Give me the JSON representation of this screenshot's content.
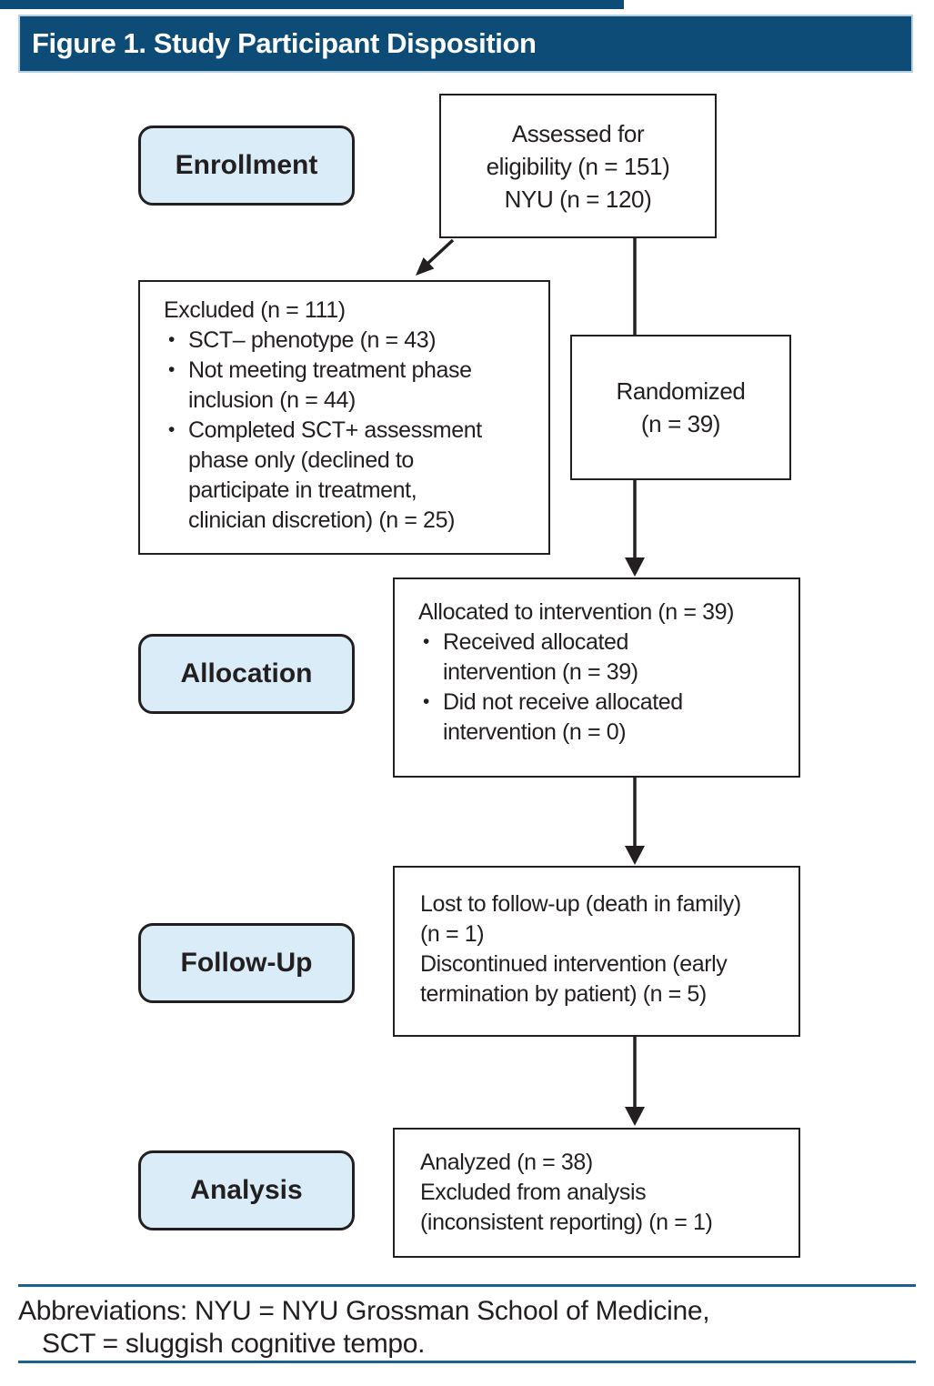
{
  "figure": {
    "title": "Figure 1. Study Participant Disposition"
  },
  "stages": [
    {
      "label": "Enrollment"
    },
    {
      "label": "Allocation"
    },
    {
      "label": "Follow-Up"
    },
    {
      "label": "Analysis"
    }
  ],
  "boxes": {
    "assessed": {
      "lines": [
        {
          "t": "Assessed for"
        },
        {
          "t": "eligibility (n = 151)"
        },
        {
          "t": "NYU (n = 120)"
        }
      ]
    },
    "excluded": {
      "lines": [
        {
          "t": "Excluded (n = 111)"
        },
        {
          "t": "SCT– phenotype (n = 43)",
          "c": "bullet"
        },
        {
          "t": "Not meeting treatment phase",
          "c": "bullet"
        },
        {
          "t": "inclusion (n = 44)",
          "c": "cont"
        },
        {
          "t": "Completed SCT+ assessment",
          "c": "bullet"
        },
        {
          "t": "phase only (declined to",
          "c": "cont"
        },
        {
          "t": "participate in treatment,",
          "c": "cont"
        },
        {
          "t": "clinician discretion) (n = 25)",
          "c": "cont"
        }
      ]
    },
    "randomized": {
      "lines": [
        {
          "t": "Randomized"
        },
        {
          "t": "(n = 39)"
        }
      ]
    },
    "allocated": {
      "lines": [
        {
          "t": "Allocated to intervention (n = 39)"
        },
        {
          "t": "Received allocated",
          "c": "bullet"
        },
        {
          "t": "intervention (n = 39)",
          "c": "cont"
        },
        {
          "t": "Did not receive allocated",
          "c": "bullet"
        },
        {
          "t": "intervention (n = 0)",
          "c": "cont"
        }
      ]
    },
    "followup": {
      "lines": [
        {
          "t": "Lost to follow-up (death in family)"
        },
        {
          "t": "(n = 1)"
        },
        {
          "t": "Discontinued intervention (early"
        },
        {
          "t": "termination by patient) (n = 5)"
        }
      ]
    },
    "analyzed": {
      "lines": [
        {
          "t": "Analyzed (n = 38)"
        },
        {
          "t": "Excluded from analysis"
        },
        {
          "t": "(inconsistent reporting) (n = 1)"
        }
      ]
    }
  },
  "footnote": {
    "line1": "Abbreviations: NYU = NYU Grossman School of Medicine,",
    "line2": "SCT = sluggish cognitive tempo."
  },
  "colors": {
    "header_bar": "#0d4c77",
    "header_bar_border": "#b5d0e0",
    "stage_fill": "#daecf8",
    "box_border": "#231f20",
    "text": "#231f20",
    "rule": "#19638e",
    "title_text": "#ffffff"
  }
}
